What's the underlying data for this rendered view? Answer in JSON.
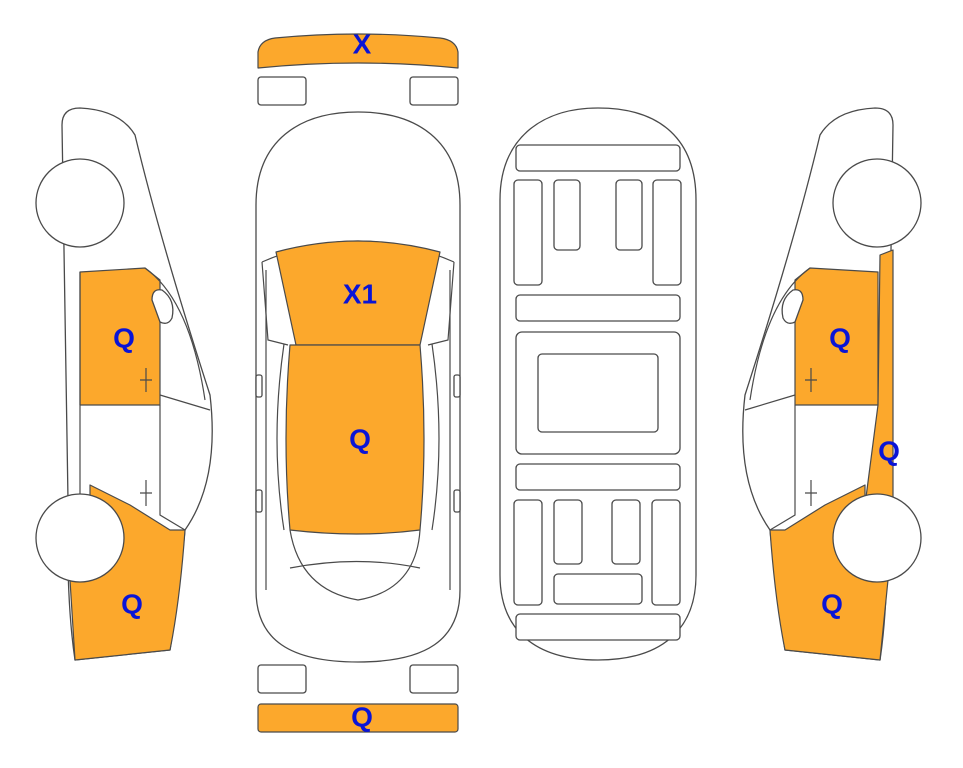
{
  "colors": {
    "damaged_fill": "#FCA82C",
    "label_color": "#0A14D6",
    "outline": "#4a4a4a",
    "background": "#ffffff"
  },
  "panels": [
    {
      "id": "front-bumper",
      "code": "X"
    },
    {
      "id": "hood",
      "code": "X1"
    },
    {
      "id": "roof",
      "code": "Q"
    },
    {
      "id": "rear-bumper",
      "code": "Q"
    },
    {
      "id": "left-front-door",
      "code": "Q"
    },
    {
      "id": "left-rear-quarter",
      "code": "Q"
    },
    {
      "id": "right-front-door",
      "code": "Q"
    },
    {
      "id": "right-pillar",
      "code": "Q"
    },
    {
      "id": "right-rear-quarter",
      "code": "Q"
    }
  ]
}
